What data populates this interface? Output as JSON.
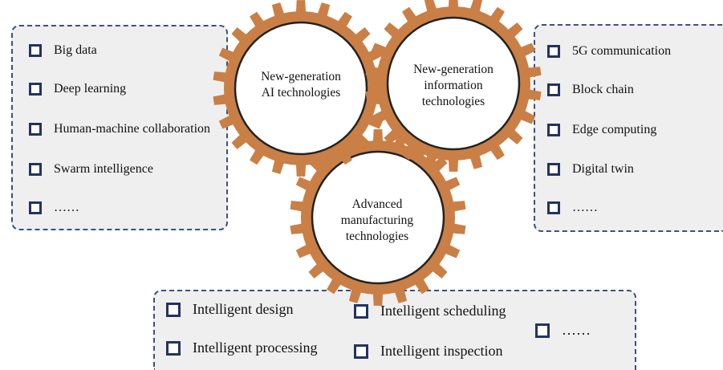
{
  "left_panel": {
    "items": [
      "Big data",
      "Deep learning",
      "Human-machine collaboration",
      "Swarm intelligence",
      "……"
    ]
  },
  "right_panel": {
    "items": [
      "5G communication",
      "Block chain",
      "Edge computing",
      "Digital twin",
      "……"
    ]
  },
  "gears": {
    "ai": [
      "New-generation",
      "AI technologies"
    ],
    "info": [
      "New-generation",
      "information",
      "technologies"
    ],
    "manufacturing": [
      "Advanced",
      "manufacturing",
      "technologies"
    ],
    "gear_color": "#c97f45",
    "circle_stroke": "#222222"
  },
  "bottom_panel": {
    "items": [
      "Intelligent design",
      "Intelligent scheduling",
      "Intelligent processing",
      "Intelligent inspection",
      "……"
    ]
  },
  "colors": {
    "panel_bg": "#efefef",
    "panel_border": "#3d4f86",
    "checkbox_border": "#24335f"
  }
}
